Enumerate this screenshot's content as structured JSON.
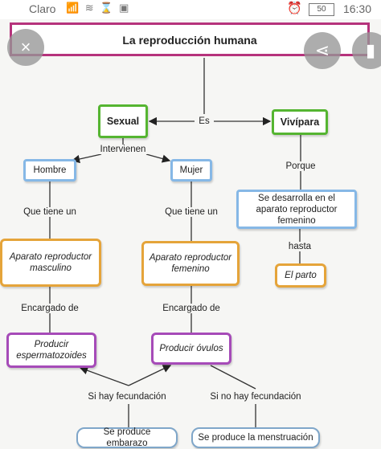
{
  "status_bar": {
    "carrier": "Claro",
    "signal_icons": "📶 ≋ ⌛ ▣",
    "alarm_icon": "alarm-icon",
    "battery": "50",
    "time": "16:30"
  },
  "header": {
    "title": "La reproducción humana",
    "close_icon": "×",
    "share_icon": "⋖",
    "bookmark_icon": "▮"
  },
  "map": {
    "nodes": {
      "sexual": "Sexual",
      "vivipara": "Vivípara",
      "hombre": "Hombre",
      "mujer": "Mujer",
      "aparato_masculino": "Aparato reproductor masculino",
      "aparato_femenino": "Aparato reproductor femenino",
      "desarrolla": "Se desarrolla en el aparato reproductor femenino",
      "parto": "El parto",
      "espermatozoides": "Producir espermatozoides",
      "ovulos": "Producir óvulos",
      "embarazo": "Se produce embarazo",
      "menstruacion": "Se produce la menstruación"
    },
    "links": {
      "es": "Es",
      "intervienen": "Intervienen",
      "porque": "Porque",
      "que_tiene_un_1": "Que tiene un",
      "que_tiene_un_2": "Que tiene un",
      "hasta": "hasta",
      "encargado_de_1": "Encargado de",
      "encargado_de_2": "Encargado de",
      "si_hay": "Si hay fecundación",
      "si_no_hay": "Si no hay fecundación"
    }
  }
}
